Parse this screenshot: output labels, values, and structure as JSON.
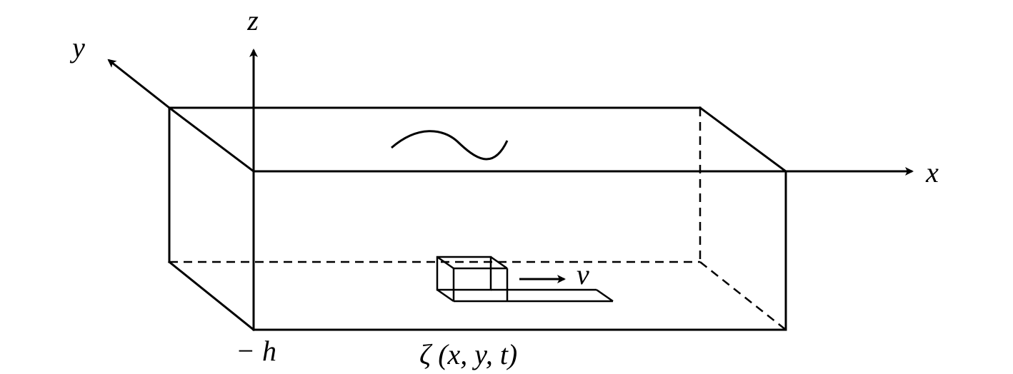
{
  "labels": {
    "z_axis": "z",
    "y_axis": "y",
    "x_axis": "x",
    "depth": "− h",
    "velocity": "v",
    "bed_function": "ζ (x, y, t)"
  },
  "colors": {
    "stroke": "#000000",
    "background": "#ffffff"
  }
}
